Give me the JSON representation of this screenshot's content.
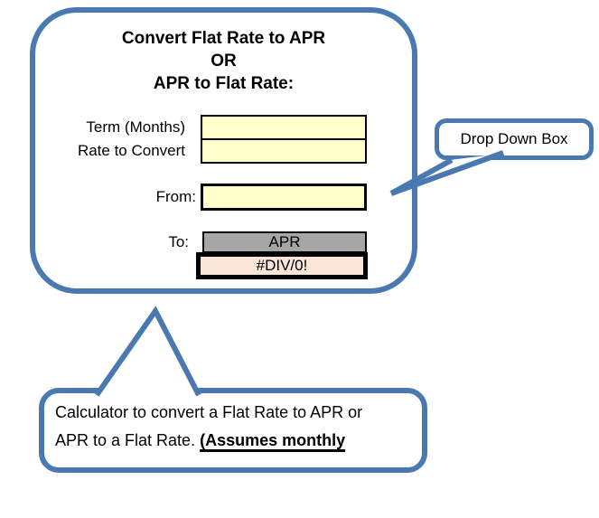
{
  "colors": {
    "callout_blue": "#4A78B0",
    "input_yellow": "#FFFFCC",
    "to_gray": "#A6A6A6",
    "result_pink": "#FBE5D8",
    "border_black": "#000000"
  },
  "main_panel": {
    "title_line1": "Convert Flat Rate to APR",
    "title_line2": "OR",
    "title_line3": "APR to Flat Rate:",
    "term_label": "Term (Months)",
    "term_value": "",
    "rate_label": "Rate to Convert",
    "rate_value": "",
    "from_label": "From:",
    "from_value": "",
    "to_label": "To:",
    "to_value": "APR",
    "result_value": "#DIV/0!"
  },
  "annotations": {
    "dropdown_callout_text": "Drop Down Box",
    "description_line1": "Calculator to convert a Flat Rate to APR or",
    "description_line2_normal": "APR to a Flat Rate. ",
    "description_line2_emphasis": "(Assumes monthly"
  }
}
